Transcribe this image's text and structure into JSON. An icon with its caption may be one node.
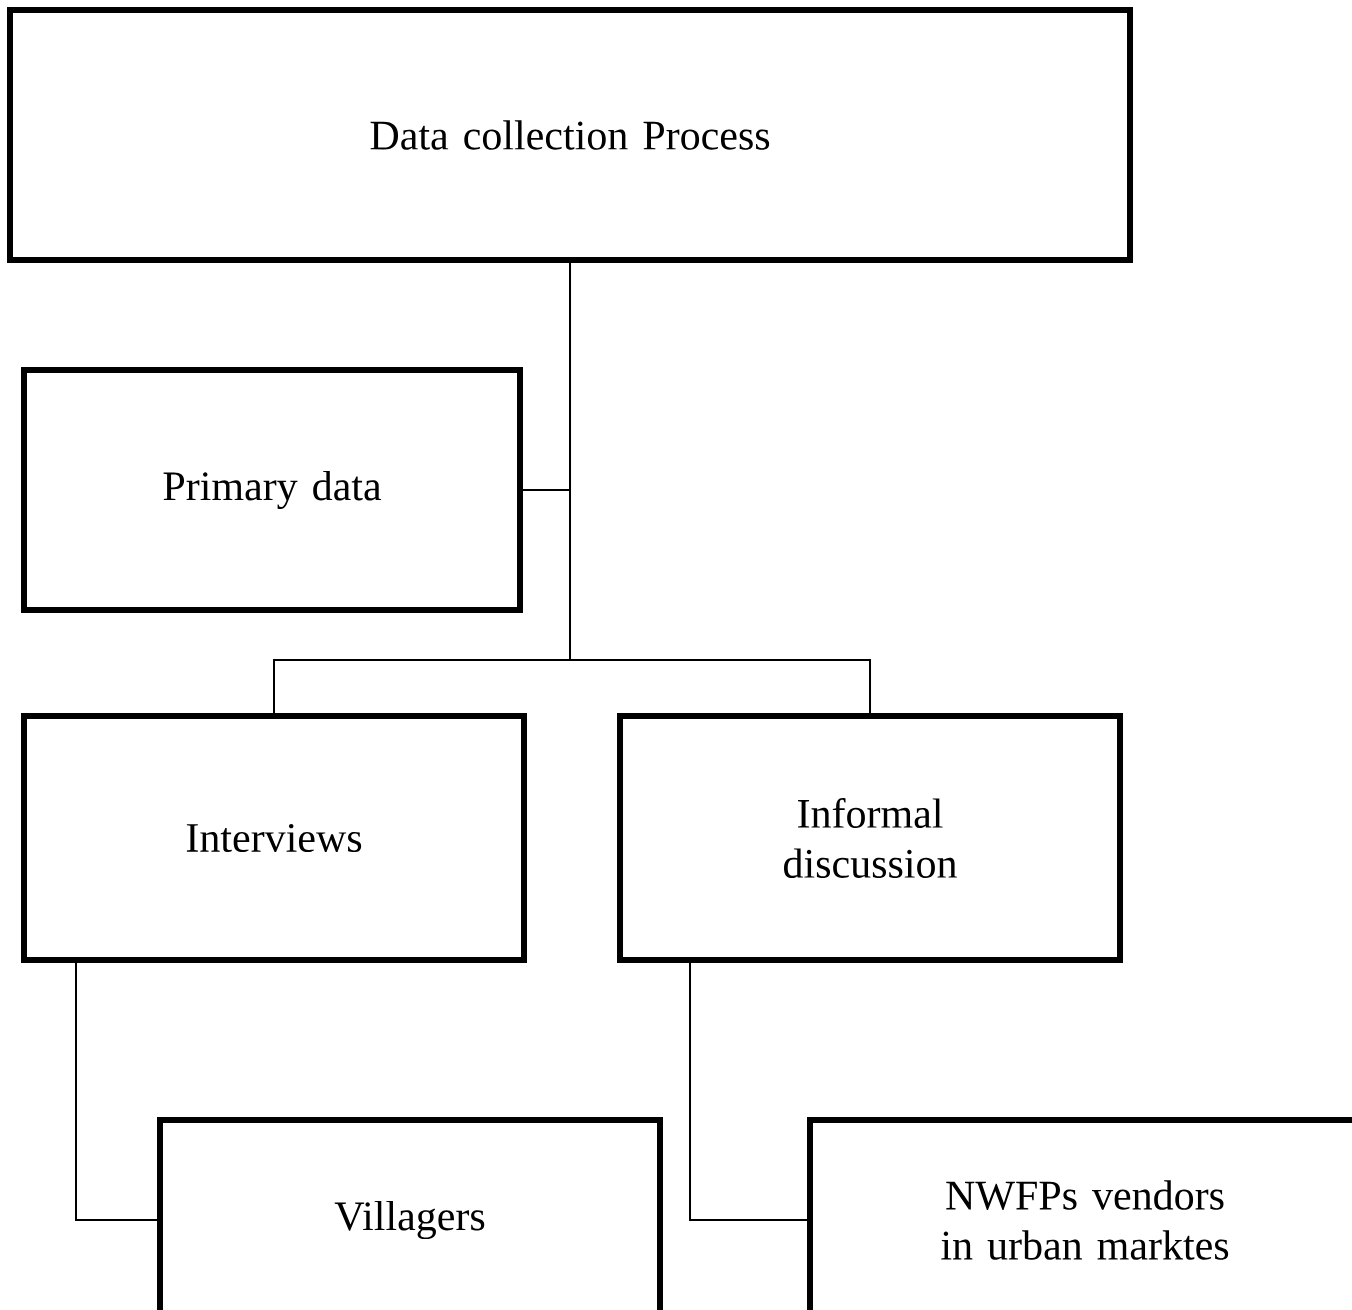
{
  "diagram": {
    "nodes": [
      {
        "text": [
          "Data collection Process"
        ]
      },
      {
        "text": [
          "Primary data"
        ]
      },
      {
        "text": [
          "Interviews"
        ]
      },
      {
        "text": [
          "Informal discussion"
        ]
      },
      {
        "text": [
          "Villagers"
        ]
      },
      {
        "text": [
          "NWFPs vendors in urban marktes"
        ]
      }
    ],
    "edges": [
      {
        "from": 0,
        "to": 1,
        "arrow": "none"
      },
      {
        "from": 0,
        "to": 2,
        "arrow": "none"
      },
      {
        "from": 0,
        "to": 3,
        "arrow": "none"
      },
      {
        "from": 2,
        "to": 4,
        "arrow": "none"
      },
      {
        "from": 3,
        "to": 5,
        "arrow": "none"
      }
    ]
  }
}
